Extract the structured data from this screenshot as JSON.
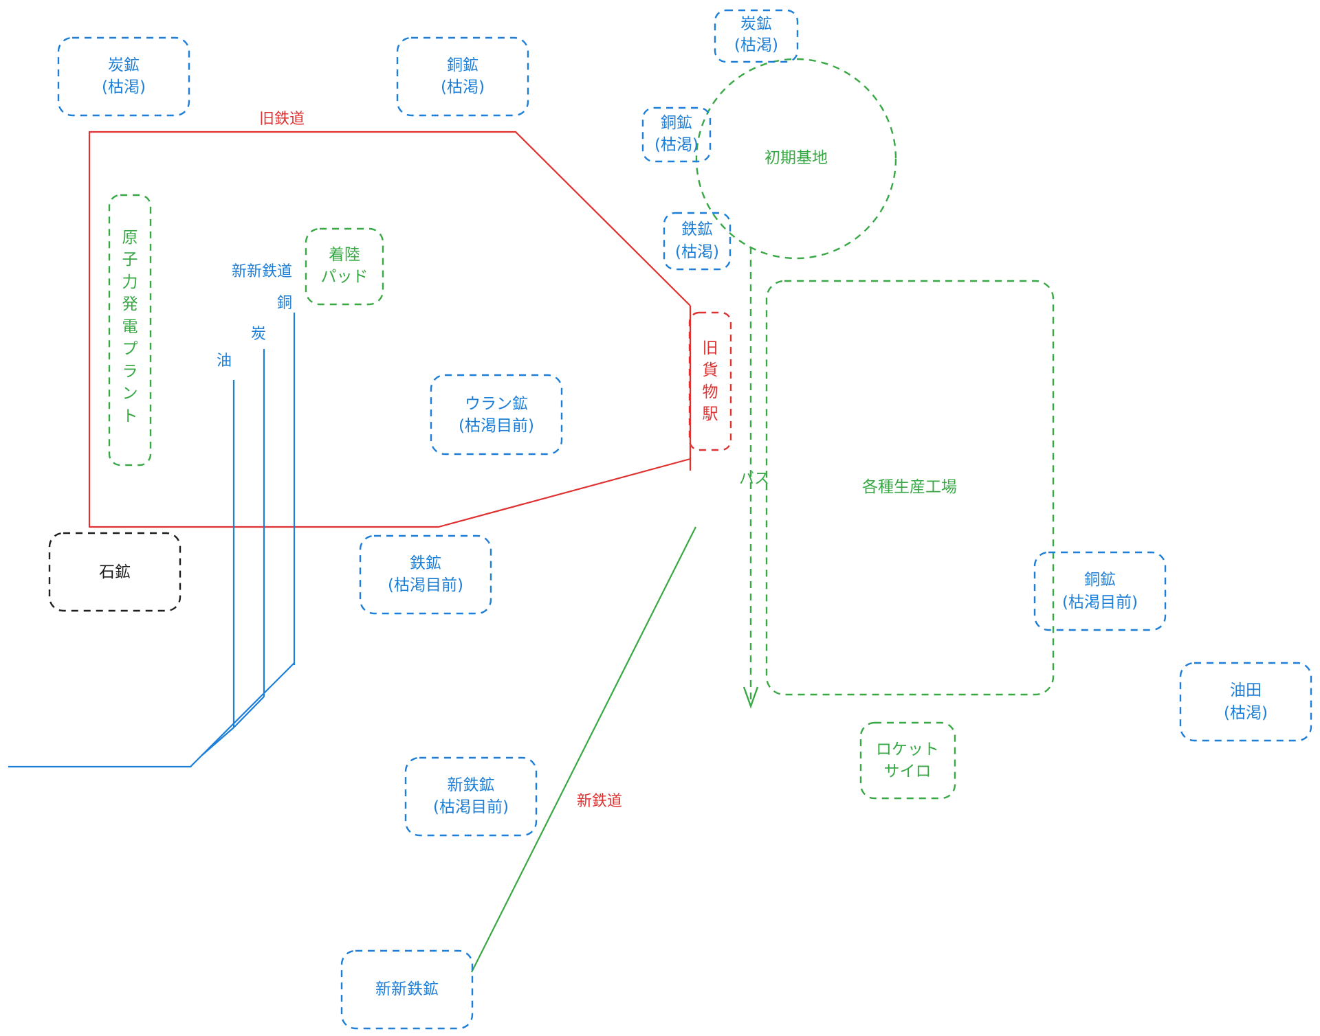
{
  "colors": {
    "blue": "#1c7ed6",
    "green": "#37a844",
    "red": "#e03131",
    "black": "#1e1e1e"
  },
  "nodes": {
    "coal_mine_left": [
      "炭鉱",
      "(枯渇)"
    ],
    "copper_mine_top": [
      "銅鉱",
      "(枯渇)"
    ],
    "coal_mine_right": [
      "炭鉱",
      "(枯渇)"
    ],
    "copper_mine_right": [
      "銅鉱",
      "(枯渇)"
    ],
    "iron_mine_right": [
      "鉄鉱",
      "(枯渇)"
    ],
    "initial_base": [
      "初期基地"
    ],
    "nuclear_plant": [
      "原",
      "子",
      "力",
      "発",
      "電",
      "プ",
      "ラ",
      "ン",
      "ト"
    ],
    "landing_pad": [
      "着陸",
      "パッド"
    ],
    "uranium_mine": [
      "ウラン鉱",
      "(枯渇目前)"
    ],
    "old_freight_station": [
      "旧",
      "貨",
      "物",
      "駅"
    ],
    "factories": [
      "各種生産工場"
    ],
    "copper_mine_far_right": [
      "銅鉱",
      "(枯渇目前)"
    ],
    "oil_field": [
      "油田",
      "(枯渇)"
    ],
    "stone_mine": [
      "石鉱"
    ],
    "iron_mine_center": [
      "鉄鉱",
      "(枯渇目前)"
    ],
    "rocket_silo": [
      "ロケット",
      "サイロ"
    ],
    "new_iron_mine": [
      "新鉄鉱",
      "(枯渇目前)"
    ],
    "newer_iron_mine": [
      "新新鉄鉱"
    ]
  },
  "labels": {
    "old_railway": "旧鉄道",
    "newer_railway": "新新鉄道",
    "copper_line": "銅",
    "coal_line": "炭",
    "oil_line": "油",
    "bus": "バス",
    "new_railway": "新鉄道"
  }
}
